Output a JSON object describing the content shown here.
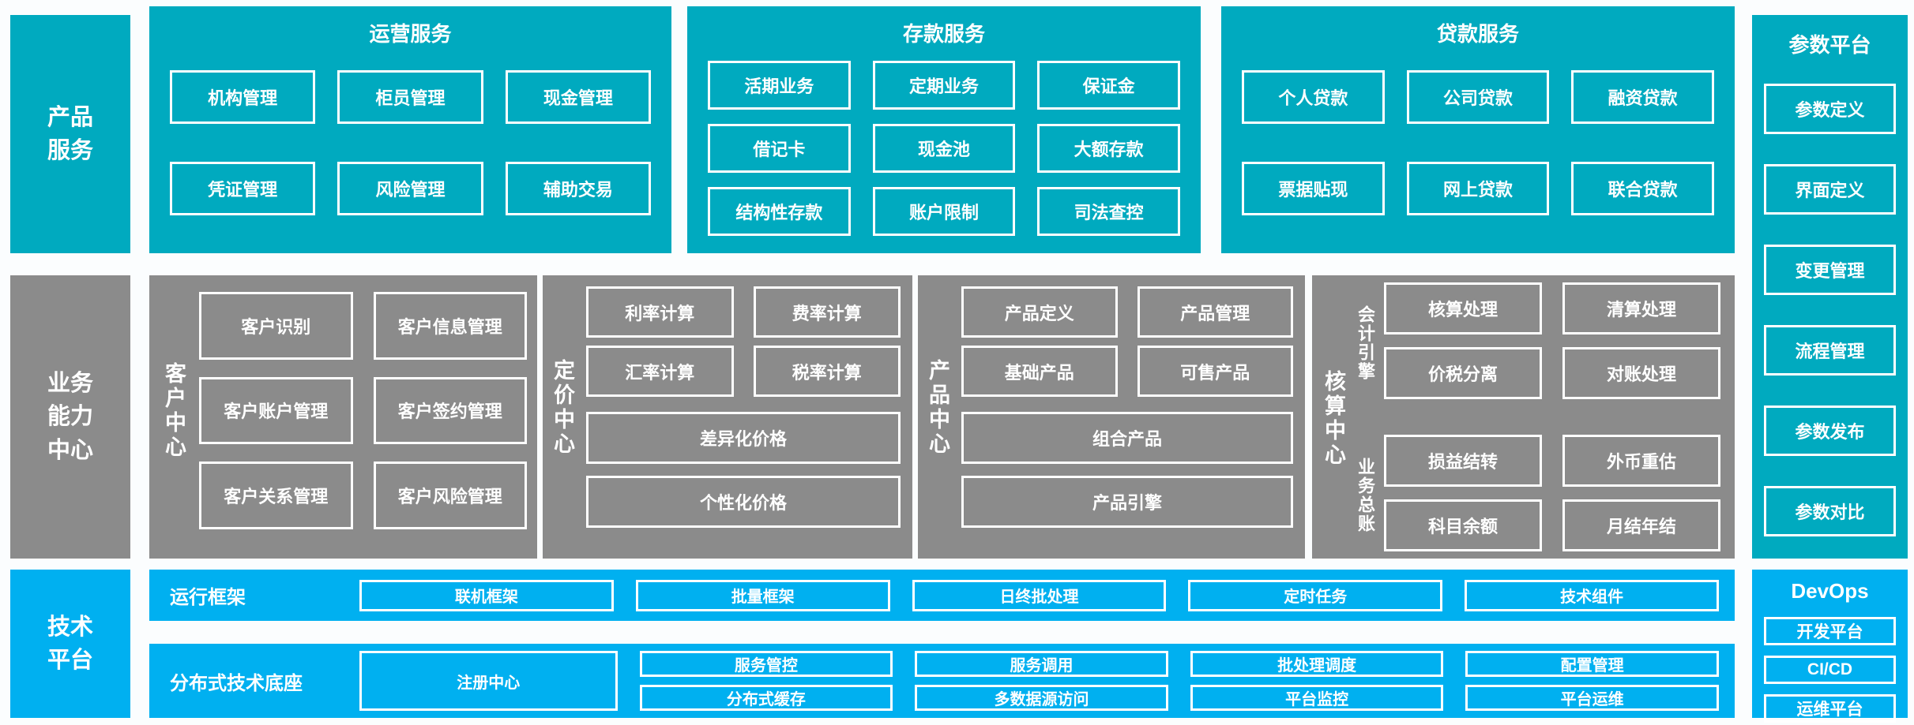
{
  "palette": {
    "teal": "#00AABF",
    "gray": "#8B8B8B",
    "blue": "#00B0F0",
    "background": "#FBFDFE",
    "box_border": "#FFFFFF",
    "text": "#FFFFFF"
  },
  "product_services": {
    "side_label": "产品\n服务",
    "operations": {
      "title": "运营服务",
      "items": [
        "机构管理",
        "柜员管理",
        "现金管理",
        "凭证管理",
        "风险管理",
        "辅助交易"
      ]
    },
    "deposit": {
      "title": "存款服务",
      "items": [
        "活期业务",
        "定期业务",
        "保证金",
        "借记卡",
        "现金池",
        "大额存款",
        "结构性存款",
        "账户限制",
        "司法查控"
      ]
    },
    "loan": {
      "title": "贷款服务",
      "items": [
        "个人贷款",
        "公司贷款",
        "融资贷款",
        "票据贴现",
        "网上贷款",
        "联合贷款"
      ]
    }
  },
  "param_platform": {
    "title": "参数平台",
    "items": [
      "参数定义",
      "界面定义",
      "变更管理",
      "流程管理",
      "参数发布",
      "参数对比"
    ]
  },
  "business_center": {
    "side_label": "业务\n能力\n中心",
    "customer": {
      "label": "客户中心",
      "items": [
        "客户识别",
        "客户信息管理",
        "客户账户管理",
        "客户签约管理",
        "客户关系管理",
        "客户风险管理"
      ]
    },
    "pricing": {
      "label": "定价中心",
      "grid_items": [
        "利率计算",
        "费率计算",
        "汇率计算",
        "税率计算"
      ],
      "wide_items": [
        "差异化价格",
        "个性化价格"
      ]
    },
    "product": {
      "label": "产品中心",
      "grid_items": [
        "产品定义",
        "产品管理",
        "基础产品",
        "可售产品"
      ],
      "wide_items": [
        "组合产品",
        "产品引擎"
      ]
    },
    "accounting": {
      "label": "核算中心",
      "groups": [
        {
          "label": "会计引擎",
          "items": [
            "核算处理",
            "清算处理",
            "价税分离",
            "对账处理"
          ]
        },
        {
          "label": "业务总账",
          "items": [
            "损益结转",
            "外币重估",
            "科目余额",
            "月结年结"
          ]
        }
      ]
    }
  },
  "tech_platform": {
    "side_label": "技术\n平台",
    "runtime": {
      "label": "运行框架",
      "items": [
        "联机框架",
        "批量框架",
        "日终批处理",
        "定时任务",
        "技术组件"
      ]
    },
    "distributed": {
      "label": "分布式技术底座",
      "registry": "注册中心",
      "columns": [
        [
          "服务管控",
          "分布式缓存"
        ],
        [
          "服务调用",
          "多数据源访问"
        ],
        [
          "批处理调度",
          "平台监控"
        ],
        [
          "配置管理",
          "平台运维"
        ]
      ]
    },
    "devops": {
      "title": "DevOps",
      "items": [
        "开发平台",
        "CI/CD",
        "运维平台"
      ]
    }
  }
}
